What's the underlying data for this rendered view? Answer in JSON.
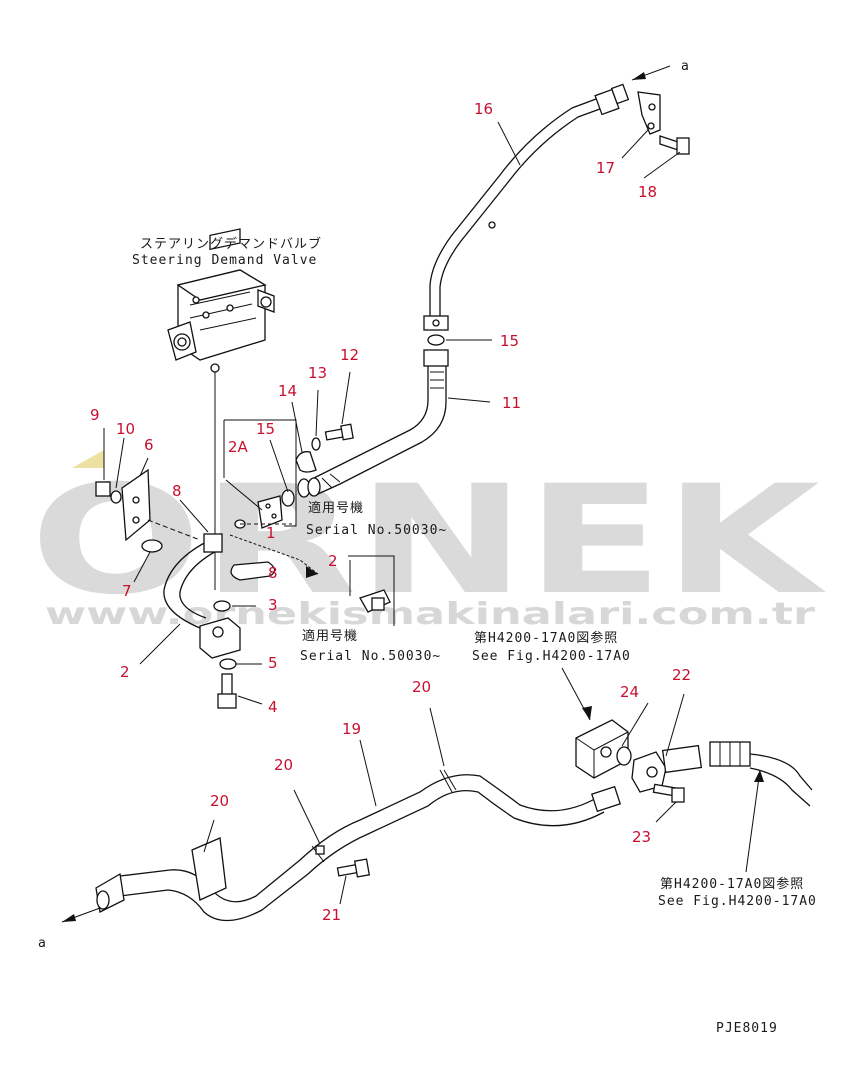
{
  "diagram": {
    "valve_title_jp": "ステアリングデマンドバルブ",
    "valve_title_en": "Steering Demand Valve",
    "serial_block_1": {
      "jp": "適用号機",
      "en": "Serial No.50030~"
    },
    "serial_block_2": {
      "jp": "適用号機",
      "en": "Serial No.50030~"
    },
    "fig_ref_1": {
      "jp": "第H4200-17A0図参照",
      "en": "See Fig.H4200-17A0"
    },
    "fig_ref_2": {
      "jp": "第H4200-17A0図参照",
      "en": "See Fig.H4200-17A0"
    },
    "connection_label": "a",
    "drawing_code": "PJE8019",
    "watermark_logo": "ORNEK",
    "watermark_url": "www.ornekismakinalari.com.tr",
    "part_labels": [
      "1",
      "2",
      "2",
      "2A",
      "3",
      "4",
      "5",
      "6",
      "7",
      "8",
      "8",
      "9",
      "10",
      "11",
      "12",
      "13",
      "14",
      "15",
      "15",
      "16",
      "17",
      "18",
      "19",
      "20",
      "20",
      "20",
      "21",
      "22",
      "23",
      "24"
    ]
  }
}
